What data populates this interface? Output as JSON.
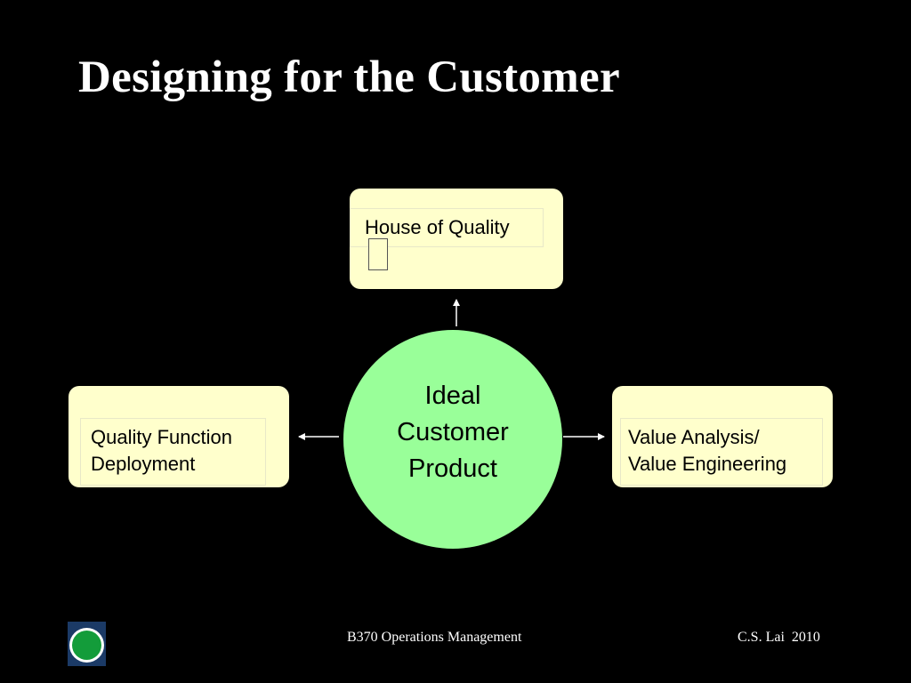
{
  "slide": {
    "title": "Designing for the Customer"
  },
  "diagram": {
    "center": {
      "lines": [
        "Ideal",
        "Customer",
        "Product"
      ],
      "color": "#99ff99"
    },
    "top_box": {
      "lines": [
        "House of Quality"
      ],
      "color": "#ffffcc"
    },
    "left_box": {
      "lines": [
        "Quality Function",
        "Deployment"
      ],
      "color": "#ffffcc"
    },
    "right_box": {
      "lines": [
        "Value Analysis/",
        "Value Engineering"
      ],
      "color": "#ffffcc"
    }
  },
  "footer": {
    "course": "B370 Operations Management",
    "author": "C.S. Lai  2010"
  },
  "logo": {
    "icon": "university-logo-icon",
    "colors": [
      "#1b3a66",
      "#ffffff",
      "#139c3a"
    ]
  }
}
